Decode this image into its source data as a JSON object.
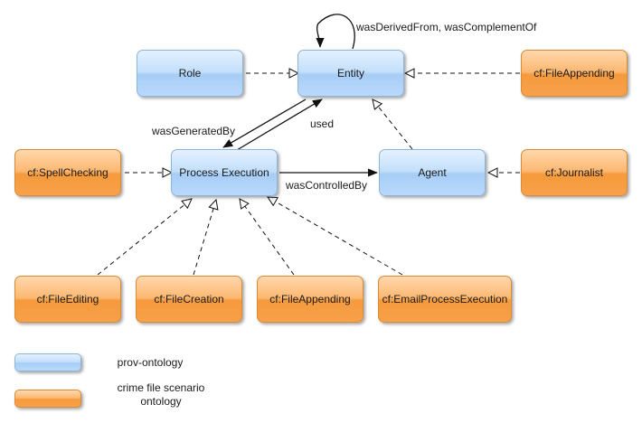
{
  "colors": {
    "prov": "#b9d9fb",
    "scenario": "#f7a14a",
    "edge": "#111111"
  },
  "nodes": {
    "role": "Role",
    "entity": "Entity",
    "file_appending_top": "cf:FileAppending",
    "spell_checking": "cf:SpellChecking",
    "process_execution": "Process Execution",
    "agent": "Agent",
    "journalist": "cf:Journalist",
    "file_editing": "cf:FileEditing",
    "file_creation": "cf:FileCreation",
    "file_appending_bottom": "cf:FileAppending",
    "email_process_execution": "cf:EmailProcessExecution"
  },
  "edges": {
    "was_derived_from": "wasDerivedFrom, wasComplementOf",
    "was_generated_by": "wasGeneratedBy",
    "used": "used",
    "was_controlled_by": "wasControlledBy"
  },
  "legend": {
    "prov": "prov-ontology",
    "scenario_line1": "crime file scenario",
    "scenario_line2": "ontology"
  }
}
